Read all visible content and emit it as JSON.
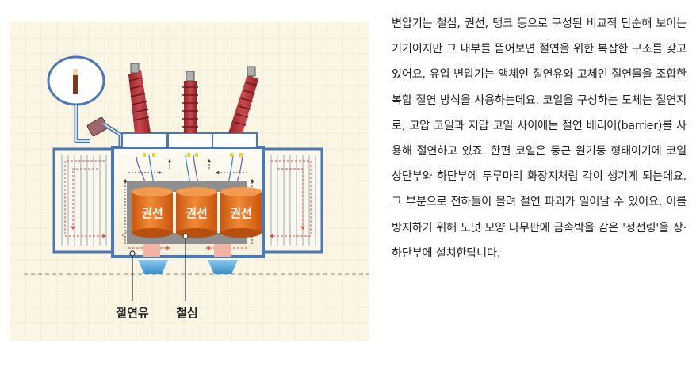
{
  "diagram": {
    "coil_labels": [
      "권선",
      "권선",
      "권선"
    ],
    "callouts": {
      "oil": "절연유",
      "core": "철심"
    }
  },
  "article": {
    "text": "변압기는 철심, 권선, 탱크 등으로 구성된 비교적 단순해 보이는 기기이지만 그 내부를 뜯어보면 절연을 위한 복잡한 구조를 갖고 있어요. 유입 변압기는 액체인 절연유와 고체인 절연물을 조합한 복합 절연 방식을 사용하는데요. 코일을 구성하는 도체는 절연지로, 고압 코일과 저압 코일 사이에는 절연 배리어(barrier)를 사용해 절연하고 있죠. 한편 코일은 둥근 원기둥 형태이기에 코일 상단부와 하단부에 두루마리 화장지처럼 각이 생기게 되는데요. 그 부분으로 전하들이 몰려 절연 파괴가 일어날 수 있어요. 이를 방지하기 위해 도넛 모양 나무판에 금속박을 감은 '정전링'을 상·하단부에 설치한답니다."
  },
  "colors": {
    "tank_frame": "#4a78b4",
    "coil": "#e46f1d",
    "core": "#9e9e9e",
    "bushing": "#b2353a",
    "oil_arrow": "#e05050"
  }
}
